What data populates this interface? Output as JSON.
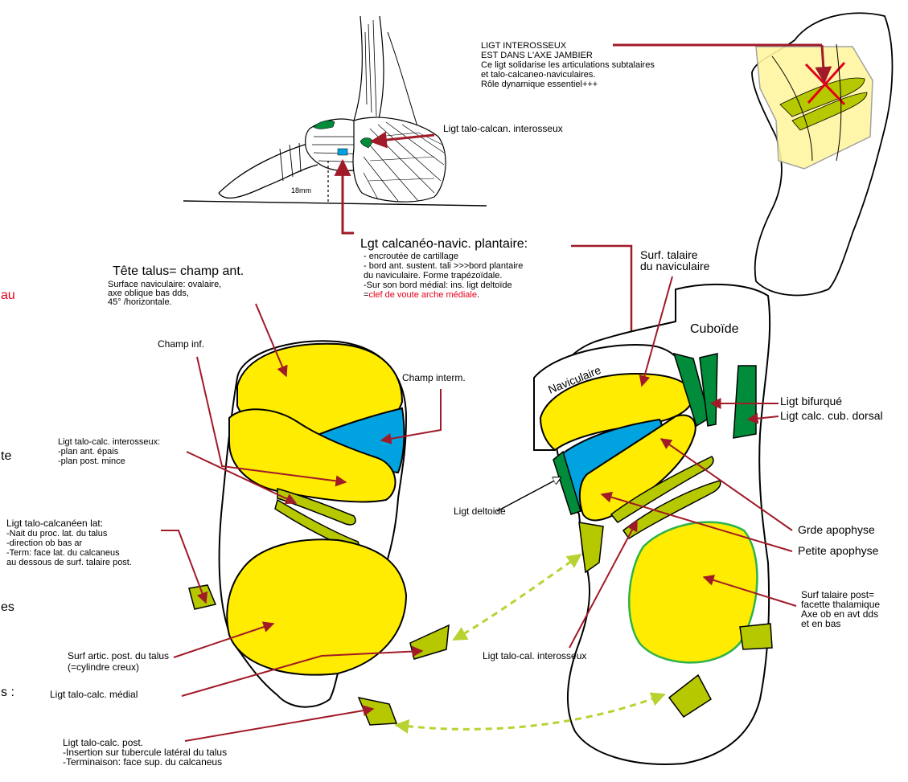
{
  "colors": {
    "yellow": "#ffec00",
    "blue": "#00a3e0",
    "green": "#008c3a",
    "lime": "#b5c800",
    "arrow_red": "#a11a28",
    "dash_lime": "#b9d231",
    "accent_red": "#e3001b",
    "pale_yellow": "#fff6a0"
  },
  "edge_text": {
    "au": "au",
    "te": "te",
    "es": "es",
    "s_colon": "s :"
  },
  "foot": {
    "label": "Ligt talo-calcan. interosseux",
    "measure": "18mm"
  },
  "interosseux_note": {
    "lines": [
      "LIGT INTEROSSEUX",
      "EST DANS L'AXE JAMBIER",
      "Ce ligt solidarise les articulations subtalaires",
      "et talo-calcaneo-naviculaires.",
      "Rôle dynamique essentiel+++"
    ]
  },
  "plantaire": {
    "title": "Lgt calcanéo-navic. plantaire:",
    "lines": [
      "- encroutée de cartillage",
      "- bord ant. sustent. tali >>>bord plantaire",
      "du naviculaire. Forme trapézoïdale.",
      "-Sur son bord médial: ins. ligt deltoïde"
    ],
    "last_prefix": "=",
    "last_red": "clef de voute arche médiale",
    "last_suffix": "."
  },
  "talus": {
    "title": "Tête talus= champ ant.",
    "sub": [
      "Surface naviculaire:  ovalaire,",
      "axe oblique bas dds,",
      "45° /horizontale."
    ],
    "champ_inf": "Champ inf.",
    "champ_interm": "Champ interm.",
    "interosseux": [
      "Ligt talo-calc. interosseux:",
      "-plan ant. épais",
      "-plan post. mince"
    ],
    "lat": [
      "Ligt talo-calcanéen lat:",
      "-Nait du proc. lat. du talus",
      "-direction ob bas ar",
      "-Term: face lat. du calcaneus",
      "au dessous de surf. talaire post."
    ],
    "post_surface": [
      "Surf artic. post. du talus",
      "(=cylindre creux)"
    ],
    "medial": "Ligt talo-calc. médial",
    "post": [
      "Ligt talo-calc. post.",
      "-Insertion sur tubercule latéral du talus",
      "-Terminaison: face sup. du calcaneus"
    ]
  },
  "calcaneus": {
    "surf_talaire_nav": [
      "Surf. talaire",
      "du naviculaire"
    ],
    "cuboide": "Cuboïde",
    "naviculaire": "Naviculaire",
    "bifurque": "Ligt bifurqué",
    "calc_cub": "Ligt calc. cub. dorsal",
    "deltoide": "Ligt deltoide",
    "grde_apophyse": "Grde apophyse",
    "petite_apophyse": "Petite apophyse",
    "surf_talaire_post": [
      "Surf talaire post=",
      "facette thalamique",
      "Axe ob en avt dds",
      "et en bas"
    ],
    "talo_cal_interosseux": "Ligt talo-cal. interosseux"
  }
}
